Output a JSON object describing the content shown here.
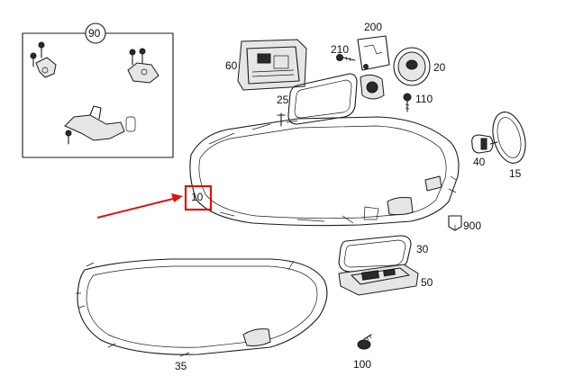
{
  "parts": {
    "p10": "10",
    "p15": "15",
    "p20": "20",
    "p25": "25",
    "p30": "30",
    "p35": "35",
    "p40": "40",
    "p50": "50",
    "p60": "60",
    "p90": "90",
    "p100": "100",
    "p110": "110",
    "p200": "200",
    "p210": "210",
    "p900": "900"
  },
  "highlight": {
    "part": "10",
    "color": "#d9140f"
  }
}
